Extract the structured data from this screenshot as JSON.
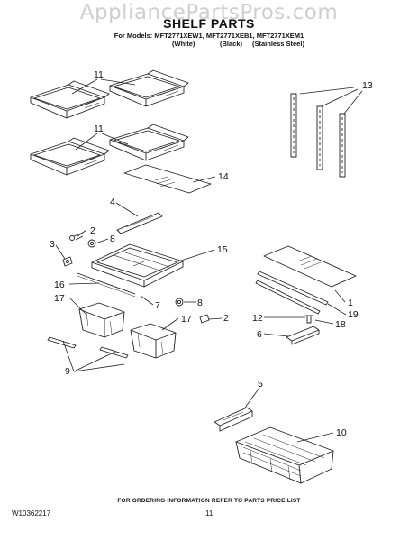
{
  "header": {
    "watermark": "AppliancePartsPros.com",
    "title": "SHELF PARTS",
    "models_line": "For Models: MFT2771XEW1, MFT2771XEB1, MFT2771XEM1",
    "variants": [
      "(White)",
      "(Black)",
      "(Stainless Steel)"
    ]
  },
  "callouts": {
    "c11a": "11",
    "c11b": "11",
    "c13": "13",
    "c14": "14",
    "c4": "4",
    "c2a": "2",
    "c3": "3",
    "c8a": "8",
    "c15": "15",
    "c16": "16",
    "c17a": "17",
    "c7": "7",
    "c8b": "8",
    "c17b": "17",
    "c2b": "2",
    "c9": "9",
    "c1": "1",
    "c19": "19",
    "c12": "12",
    "c18": "18",
    "c6": "6",
    "c5": "5",
    "c10": "10"
  },
  "footer": {
    "order_info": "FOR ORDERING INFORMATION REFER TO PARTS PRICE LIST",
    "doc_code": "W10362217",
    "page_number": "11"
  }
}
